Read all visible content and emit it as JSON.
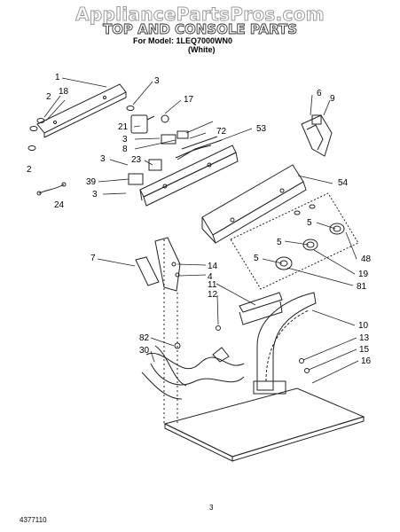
{
  "header": {
    "watermark": "AppliancePartsPros.com",
    "title": "TOP AND CONSOLE PARTS",
    "model_line": "For Model: 1LEQ7000WN0",
    "variant": "(White)"
  },
  "footer": {
    "doc_number": "4377110",
    "page_number": "3"
  },
  "callouts": [
    "1",
    "2",
    "18",
    "3",
    "17",
    "21",
    "3",
    "8",
    "72",
    "53",
    "6",
    "9",
    "3",
    "23",
    "39",
    "3",
    "24",
    "54",
    "5",
    "5",
    "5",
    "48",
    "19",
    "81",
    "7",
    "14",
    "4",
    "11",
    "12",
    "10",
    "82",
    "30",
    "13",
    "15",
    "16",
    "2"
  ]
}
